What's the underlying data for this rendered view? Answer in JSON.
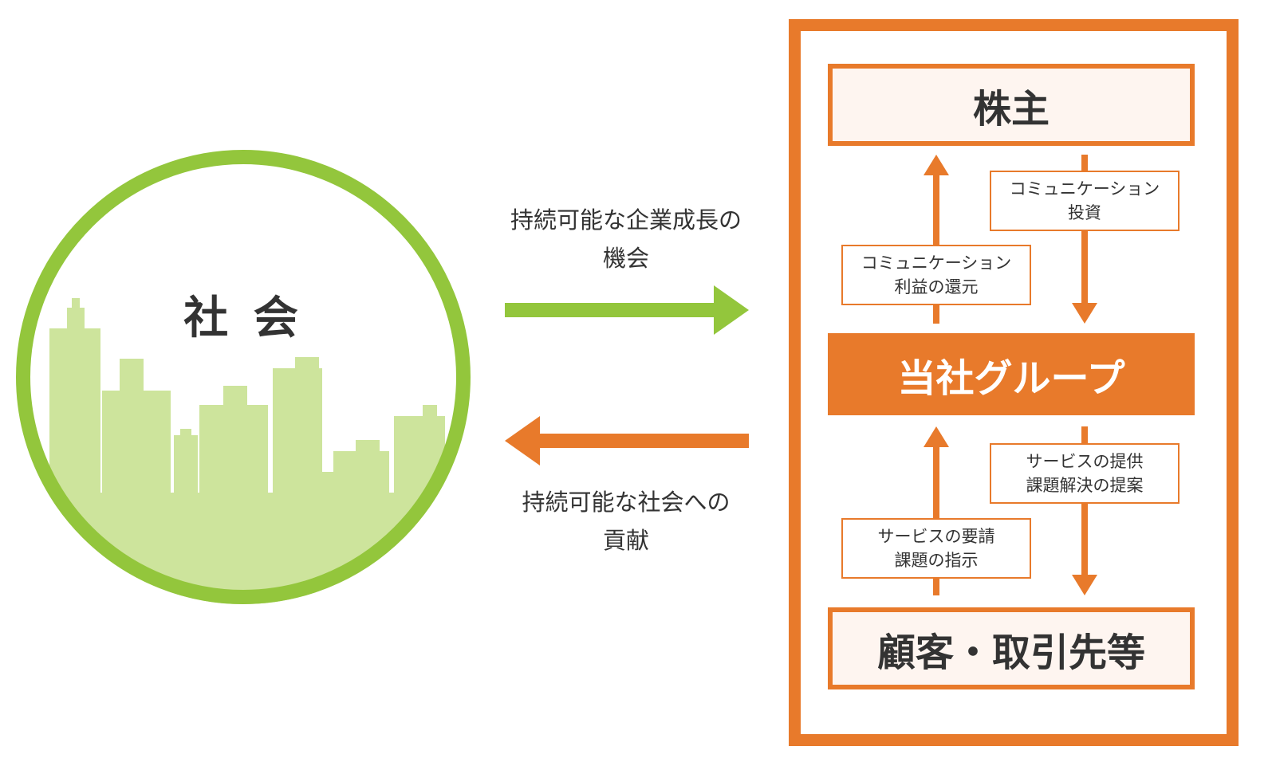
{
  "society": {
    "title": "社 会",
    "ring_color": "#93c63c",
    "skyline_color": "#cde49c"
  },
  "middle": {
    "top_label_line1": "持続可能な企業成長の",
    "top_label_line2": "機会",
    "bottom_label_line1": "持続可能な社会への",
    "bottom_label_line2": "貢献",
    "top_arrow_color": "#93c63c",
    "bottom_arrow_color": "#e87a2b"
  },
  "company": {
    "accent_color": "#e87a2b",
    "shareholders": "株主",
    "group": "当社グループ",
    "customers": "顧客・取引先等",
    "flows": {
      "down_to_group_line1": "コミュニケーション",
      "down_to_group_line2": "投資",
      "up_to_shareholders_line1": "コミュニケーション",
      "up_to_shareholders_line2": "利益の還元",
      "down_to_customers_line1": "サービスの提供",
      "down_to_customers_line2": "課題解決の提案",
      "up_to_group_line1": "サービスの要請",
      "up_to_group_line2": "課題の指示"
    }
  }
}
